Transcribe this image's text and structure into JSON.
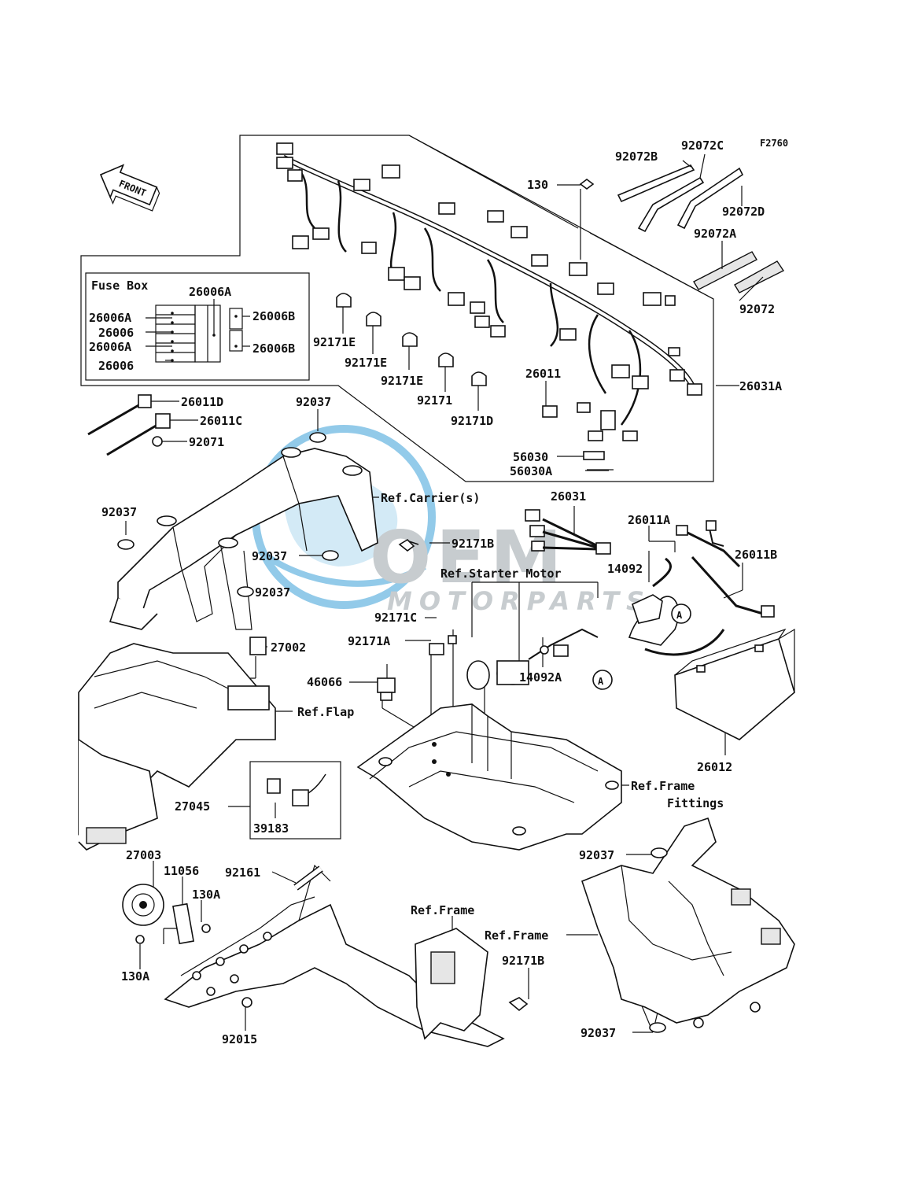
{
  "figure_code": "F2760",
  "front_label": "FRONT",
  "fuse_box": {
    "title": "Fuse Box",
    "labels": [
      "26006A",
      "26006A",
      "26006",
      "26006A",
      "26006",
      "26006B",
      "26006B"
    ]
  },
  "watermark": {
    "brand": "OEM",
    "sub": "MOTORPARTS",
    "colors": {
      "blue": "#3aa0d8",
      "gray": "#9aa3a8"
    }
  },
  "callouts": [
    "92072B",
    "92072C",
    "130",
    "92072D",
    "92072A",
    "92072",
    "92171E",
    "92171E",
    "92171E",
    "92171",
    "92171D",
    "26011",
    "26031A",
    "56030",
    "56030A",
    "26011D",
    "26011C",
    "92071",
    "92037",
    "92037",
    "Ref.Carrier(s)",
    "92037",
    "92037",
    "92171B",
    "26031",
    "Ref.Starter Motor",
    "26011A",
    "14092",
    "26011B",
    "92171C",
    "92171A",
    "46066",
    "14092A",
    "A",
    "A",
    "27002",
    "Ref.Flap",
    "26012",
    "Ref.Frame",
    "Fittings",
    "27045",
    "39183",
    "27003",
    "11056",
    "130A",
    "92161",
    "130A",
    "92015",
    "Ref.Frame",
    "Ref.Frame",
    "92171B",
    "92037",
    "92037"
  ]
}
